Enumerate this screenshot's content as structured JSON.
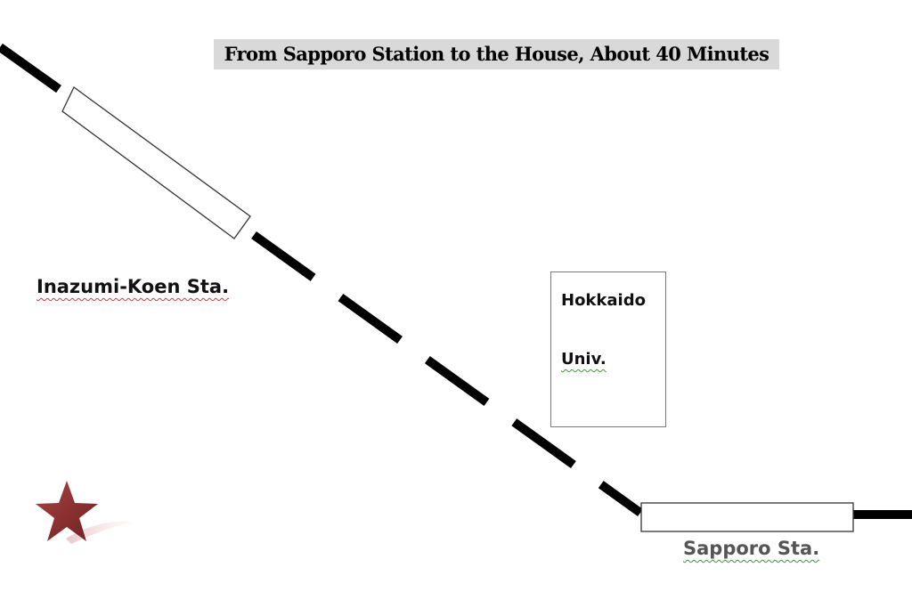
{
  "map": {
    "title": "From Sapporo Station to the House, About 40 Minutes",
    "stations": {
      "inazumi": "Inazumi-Koen Sta.",
      "sapporo": "Sapporo Sta."
    },
    "landmark": {
      "line1": "Hokkaido",
      "line2": "Univ."
    },
    "icons": {
      "house_marker": "star-icon"
    },
    "colors": {
      "rail_line": "#000000",
      "title_background": "#d9d9d9",
      "star": "#8b2e2e"
    }
  }
}
